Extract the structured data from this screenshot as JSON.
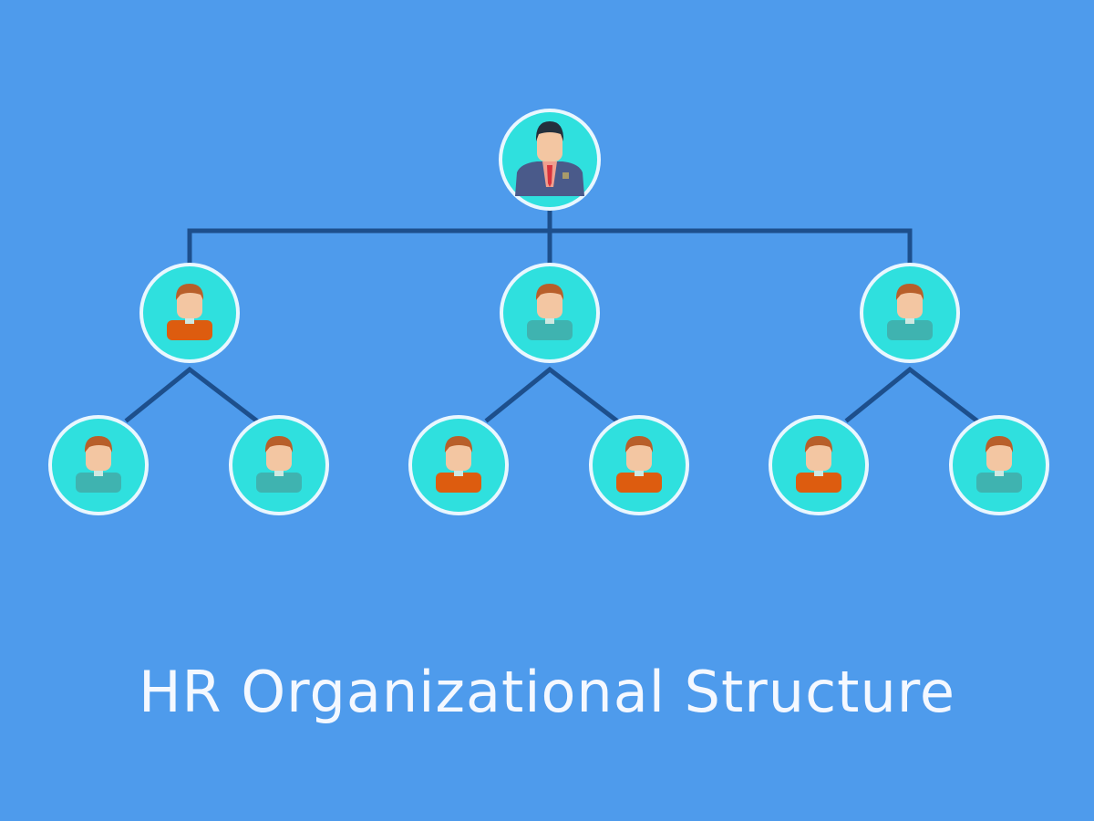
{
  "title": "HR Organizational Structure",
  "colors": {
    "background": "#4e9bec",
    "connector": "#1d4f8c",
    "node_fill": "#2fe0de",
    "node_border": "#e9f7ff",
    "shirt_orange": "#dd5c0f",
    "shirt_teal": "#3fb3b0",
    "suit": "#4a5a8a",
    "skin": "#f3c6a2",
    "hair": "#b85f2a"
  },
  "org": {
    "root": {
      "role": "manager",
      "icon": "manager-icon"
    },
    "level2": [
      {
        "shirt": "orange",
        "children": [
          "teal",
          "teal"
        ]
      },
      {
        "shirt": "teal",
        "children": [
          "orange",
          "orange"
        ]
      },
      {
        "shirt": "teal",
        "children": [
          "orange",
          "teal"
        ]
      }
    ]
  }
}
